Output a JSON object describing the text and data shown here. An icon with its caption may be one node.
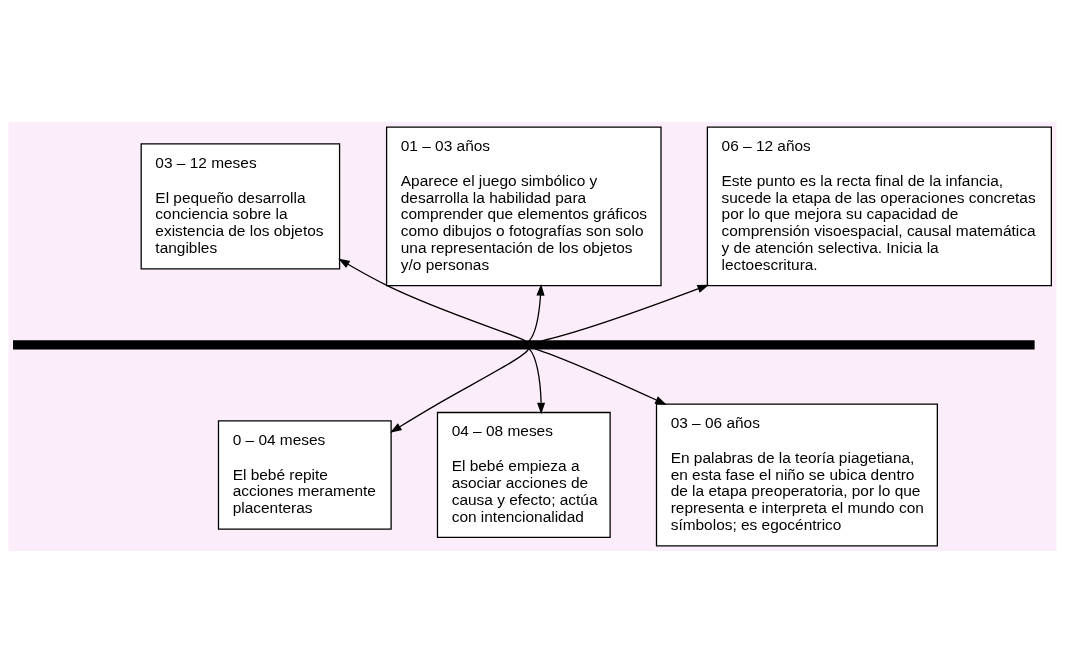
{
  "diagram": {
    "nodes": [
      {
        "text": [],
        "shape": "bar"
      },
      {
        "text": [
          "0 – 04 meses",
          "El bebé repite acciones meramente placenteras"
        ]
      },
      {
        "text": [
          "03 – 12 meses",
          "El pequeño desarrolla conciencia sobre la existencia de los objetos  tangibles"
        ]
      },
      {
        "text": [
          "04 – 08 meses",
          "El bebé empieza a asociar acciones de causa y efecto; actúa con intencionalidad"
        ]
      },
      {
        "text": [
          "01 – 03 años",
          "Aparece el juego simbólico y desarrolla la habilidad para comprender que elementos gráficos como dibujos o fotografías son solo una representación de los objetos y/o personas"
        ]
      },
      {
        "text": [
          "03 – 06 años",
          "En palabras de la teoría piagetiana, en esta fase el niño se ubica dentro de la etapa preoperatoria, por lo que representa e interpreta el mundo con símbolos; es egocéntrico"
        ]
      },
      {
        "text": [
          "06 – 12 años",
          "Este punto es la recta final de la infancia, sucede la etapa de las operaciones concretas por lo que mejora su capacidad de comprensión visoespacial, causal matemática y de atención selectiva. Inicia la lectoescritura."
        ]
      }
    ],
    "edges": [
      {
        "from": 0,
        "to": 1,
        "arrow": "to"
      },
      {
        "from": 0,
        "to": 2,
        "arrow": "to"
      },
      {
        "from": 0,
        "to": 3,
        "arrow": "to"
      },
      {
        "from": 0,
        "to": 4,
        "arrow": "to"
      },
      {
        "from": 0,
        "to": 5,
        "arrow": "to"
      },
      {
        "from": 0,
        "to": 6,
        "arrow": "to"
      }
    ]
  }
}
